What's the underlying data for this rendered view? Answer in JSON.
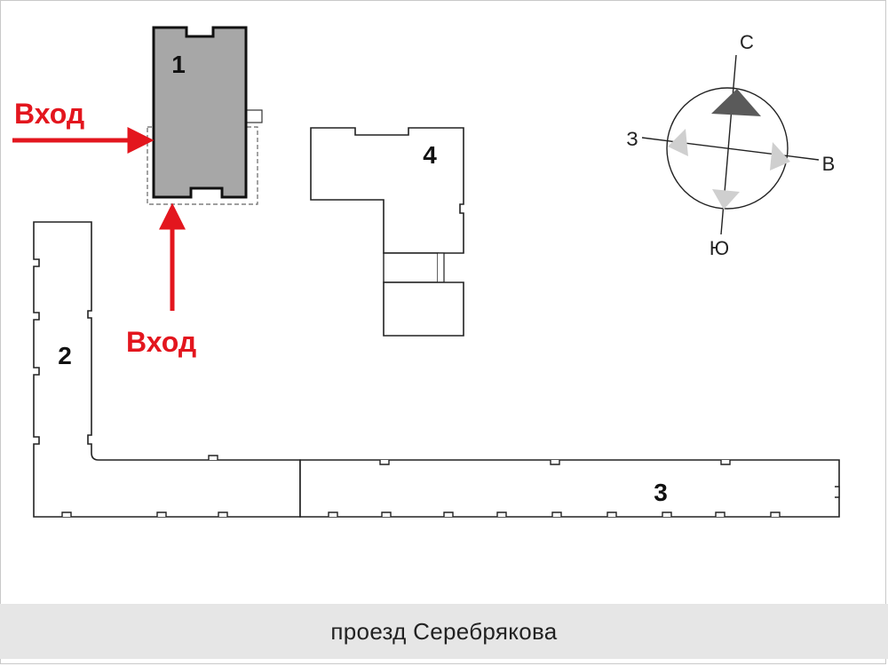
{
  "buildings": [
    {
      "number": "1",
      "highlighted": true
    },
    {
      "number": "2",
      "highlighted": false
    },
    {
      "number": "3",
      "highlighted": false
    },
    {
      "number": "4",
      "highlighted": false
    }
  ],
  "entrances": [
    {
      "label": "Вход",
      "direction": "east"
    },
    {
      "label": "Вход",
      "direction": "north"
    }
  ],
  "compass": {
    "north": "С",
    "south": "Ю",
    "east": "В",
    "west": "З"
  },
  "street": {
    "name": "проезд Серебрякова"
  },
  "colors": {
    "highlight_fill": "#a7a7a7",
    "entrance_arrow": "#e3161e",
    "outline": "#222222",
    "street_band": "#e6e6e6"
  }
}
